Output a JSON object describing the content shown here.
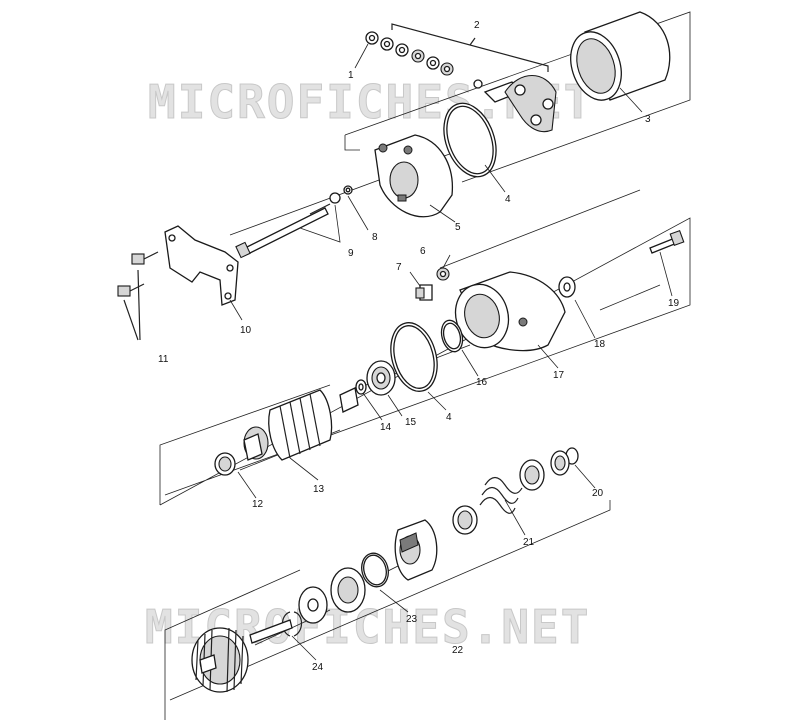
{
  "watermarks": [
    "MICROFICHES.NET",
    "MICROFICHES.NET"
  ],
  "callouts": {
    "c1": "1",
    "c2": "2",
    "c3": "3",
    "c4a": "4",
    "c4b": "4",
    "c5": "5",
    "c6": "6",
    "c7": "7",
    "c8": "8",
    "c9": "9",
    "c10": "10",
    "c11": "11",
    "c12": "12",
    "c13": "13",
    "c14": "14",
    "c15": "15",
    "c16": "16",
    "c17": "17",
    "c18": "18",
    "c19": "19",
    "c20": "20",
    "c21": "21",
    "c22": "22",
    "c23": "23",
    "c24": "24"
  }
}
